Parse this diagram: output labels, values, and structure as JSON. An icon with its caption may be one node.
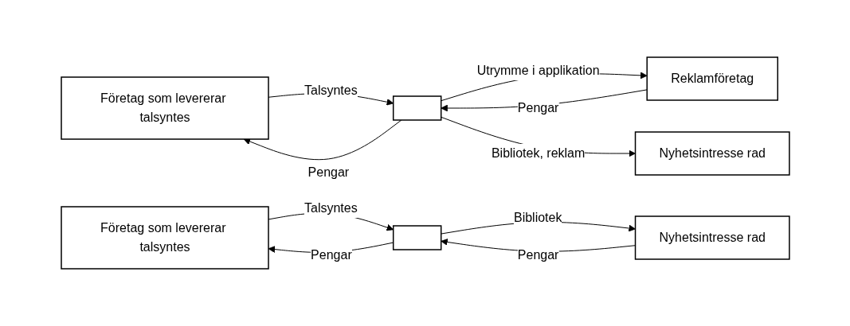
{
  "diagram": {
    "nodes": [
      {
        "text": [
          "Företag som levererar talsyntes"
        ]
      },
      {
        "text": [
          "Reklamföretag"
        ]
      },
      {
        "text": [],
        "shape": "box"
      },
      {
        "text": [
          "Nyhetsintresse rad"
        ]
      },
      {
        "text": [
          "Företag som levererar talsyntes"
        ]
      },
      {
        "text": [],
        "shape": "box"
      },
      {
        "text": [
          "Nyhetsintresse rad"
        ]
      }
    ],
    "edges": [
      {
        "from": 2,
        "to": 0,
        "arrow": "to",
        "label": "Pengar"
      },
      {
        "from": 0,
        "to": 2,
        "arrow": "to",
        "label": "Talsyntes"
      },
      {
        "from": 2,
        "to": 1,
        "arrow": "to",
        "label": "Utrymme i applikation"
      },
      {
        "from": 1,
        "to": 2,
        "arrow": "to",
        "label": "Pengar"
      },
      {
        "from": 2,
        "to": 3,
        "arrow": "to",
        "label": "Bibliotek, reklam"
      },
      {
        "from": 5,
        "to": 4,
        "arrow": "to",
        "label": "Pengar"
      },
      {
        "from": 4,
        "to": 5,
        "arrow": "to",
        "label": "Talsyntes"
      },
      {
        "from": 6,
        "to": 5,
        "arrow": "to",
        "label": "Pengar"
      },
      {
        "from": 5,
        "to": 6,
        "arrow": "to",
        "label": "Bibliotek"
      }
    ]
  }
}
